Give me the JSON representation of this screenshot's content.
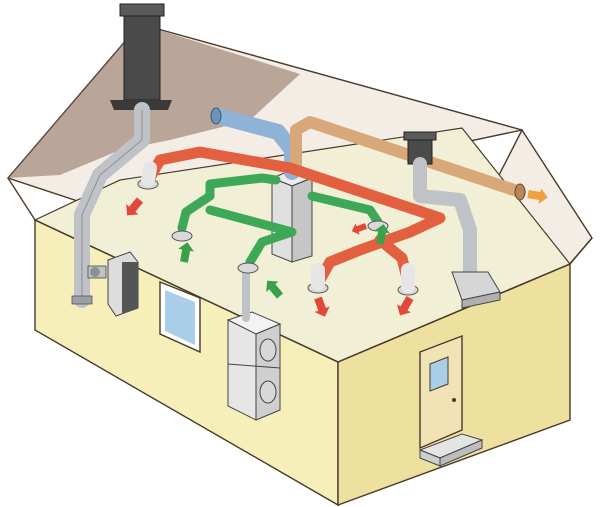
{
  "colors": {
    "house_wall": "#f6efb9",
    "house_wall_shade": "#eee1a0",
    "roof_dark": "#8a6a5a",
    "roof_light": "#f3ede6",
    "ceiling": "#f1f0d6",
    "supply_duct": "#e2603f",
    "return_duct": "#3da956",
    "exhaust_duct": "#d9a87a",
    "intake_duct": "#8fb3d6",
    "metal_duct": "#bfc3c7",
    "chimney": "#4a4a4a",
    "airflow_warm": "#e2483a",
    "airflow_return": "#3aa14a",
    "airflow_out": "#f0a040"
  },
  "components": {
    "furnace": "furnace-unit",
    "washer_dryer": "stacked-washer-dryer",
    "chimney": "chimney",
    "exhaust_vent": "roof-exhaust-vent",
    "window": "house-window",
    "door": "entry-door",
    "step": "door-step"
  },
  "airflow": {
    "supply_arrows": 4,
    "return_arrows": 3,
    "exhaust_arrows": 1
  }
}
